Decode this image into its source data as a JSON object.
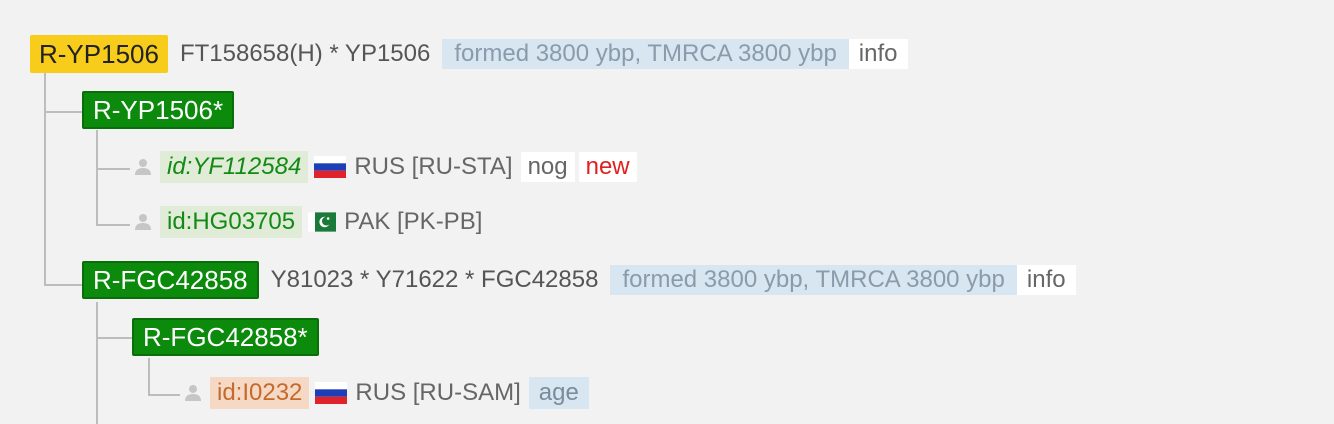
{
  "tree": {
    "root": {
      "label": "R-YP1506",
      "snps": "FT158658(H) * YP1506",
      "formed": "formed 3800 ybp, TMRCA 3800 ybp",
      "info": "info"
    },
    "child1": {
      "label": "R-YP1506*",
      "samples": [
        {
          "id": "id:YF112584",
          "country": "RUS [RU-STA]",
          "tag": "nog",
          "new": "new",
          "flag": "russia"
        },
        {
          "id": "id:HG03705",
          "country": "PAK [PK-PB]",
          "flag": "pakistan"
        }
      ]
    },
    "child2": {
      "label": "R-FGC42858",
      "snps": "Y81023 * Y71622 * FGC42858",
      "formed": "formed 3800 ybp, TMRCA 3800 ybp",
      "info": "info",
      "sub": {
        "label": "R-FGC42858*",
        "samples": [
          {
            "id": "id:I0232",
            "country": "RUS [RU-SAM]",
            "tag": "age",
            "flag": "russia"
          }
        ]
      }
    }
  },
  "colors": {
    "yellow_node": "#f8cc1b",
    "green_node": "#0b8a0b",
    "formed_bg": "#d7e6f1",
    "new_text": "#e02020",
    "ancient_bg": "#f6d9c4"
  }
}
